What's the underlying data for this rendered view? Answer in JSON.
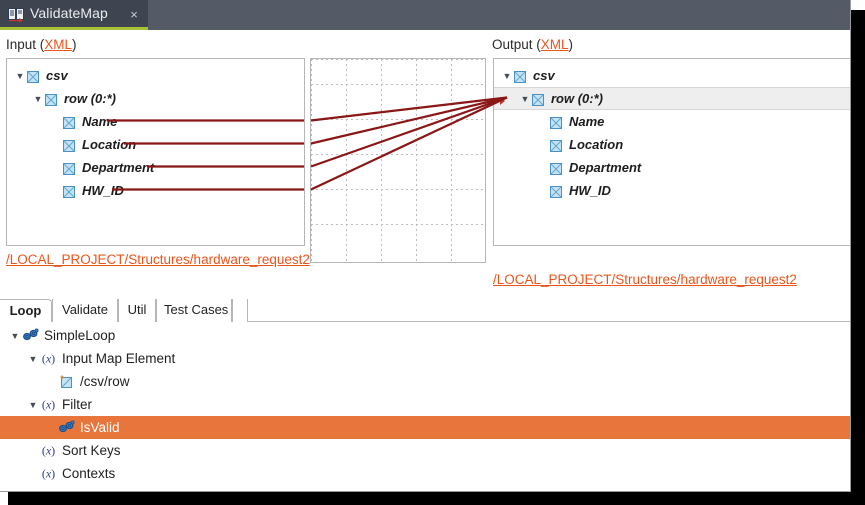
{
  "window": {
    "tab": {
      "title": "ValidateMap",
      "icon": "map-document-icon",
      "close_label": "×"
    },
    "accent_green": "#a8c236",
    "titlebar_color": "#545a66"
  },
  "headers": {
    "input": {
      "text": "Input (",
      "link": "XML",
      "text_end": ")"
    },
    "output": {
      "text": "Output (",
      "link": "XML",
      "text_end": ")"
    }
  },
  "input_tree": {
    "nodes": [
      {
        "label": "csv",
        "twisty": "▼",
        "indent": 0,
        "checkbox": "checked-box-icon",
        "selected": false
      },
      {
        "label": "row (0:*)",
        "twisty": "▼",
        "indent": 1,
        "checkbox": "checked-box-icon",
        "selected": false
      },
      {
        "label": "Name",
        "twisty": "",
        "indent": 2,
        "checkbox": "checked-box-icon",
        "selected": false
      },
      {
        "label": "Location",
        "twisty": "",
        "indent": 2,
        "checkbox": "checked-box-icon",
        "selected": false
      },
      {
        "label": "Department",
        "twisty": "",
        "indent": 2,
        "checkbox": "checked-box-icon",
        "selected": false
      },
      {
        "label": "HW_ID",
        "twisty": "",
        "indent": 2,
        "checkbox": "checked-box-icon",
        "selected": false
      }
    ]
  },
  "output_tree": {
    "nodes": [
      {
        "label": "csv",
        "twisty": "▼",
        "indent": 0,
        "checkbox": "checked-box-icon",
        "selected": false
      },
      {
        "label": "row (0:*)",
        "twisty": "▼",
        "indent": 1,
        "checkbox": "checked-box-icon",
        "selected": true
      },
      {
        "label": "Name",
        "twisty": "",
        "indent": 2,
        "checkbox": "checked-box-icon",
        "selected": false
      },
      {
        "label": "Location",
        "twisty": "",
        "indent": 2,
        "checkbox": "checked-box-icon",
        "selected": false
      },
      {
        "label": "Department",
        "twisty": "",
        "indent": 2,
        "checkbox": "checked-box-icon",
        "selected": false
      },
      {
        "label": "HW_ID",
        "twisty": "",
        "indent": 2,
        "checkbox": "checked-box-icon",
        "selected": false
      }
    ]
  },
  "mapping": {
    "line_color": "#8b1616",
    "connections": [
      {
        "from": "Name",
        "to": "row (0:*)"
      },
      {
        "from": "Location",
        "to": "row (0:*)"
      },
      {
        "from": "Department",
        "to": "row (0:*)"
      },
      {
        "from": "HW_ID",
        "to": "row (0:*)"
      }
    ]
  },
  "paths": {
    "input_path": "/LOCAL_PROJECT/Structures/hardware_request2",
    "output_path": "/LOCAL_PROJECT/Structures/hardware_request2",
    "link_color": "#e8561e"
  },
  "lower_tabs": {
    "items": [
      {
        "label": "Loop",
        "active": true
      },
      {
        "label": "Validate",
        "active": false
      },
      {
        "label": "Util",
        "active": false
      },
      {
        "label": "Test Cases",
        "active": false
      }
    ]
  },
  "loop_tree": {
    "highlight_color": "#e8763c",
    "nodes": [
      {
        "label": "SimpleLoop",
        "twisty": "▼",
        "indent": 0,
        "icon": "chain-links-icon",
        "highlighted": false
      },
      {
        "label": "Input Map Element",
        "twisty": "▼",
        "indent": 1,
        "icon": "variable-x-icon",
        "highlighted": false
      },
      {
        "label": "/csv/row",
        "twisty": "",
        "indent": 2,
        "icon": "map-element-icon",
        "highlighted": false
      },
      {
        "label": "Filter",
        "twisty": "▼",
        "indent": 1,
        "icon": "variable-x-icon",
        "highlighted": false
      },
      {
        "label": "IsValid",
        "twisty": "",
        "indent": 2,
        "icon": "chain-links-icon",
        "highlighted": true
      },
      {
        "label": "Sort Keys",
        "twisty": "",
        "indent": 1,
        "icon": "variable-x-icon",
        "highlighted": false
      },
      {
        "label": "Contexts",
        "twisty": "",
        "indent": 1,
        "icon": "variable-x-icon",
        "highlighted": false
      }
    ]
  }
}
